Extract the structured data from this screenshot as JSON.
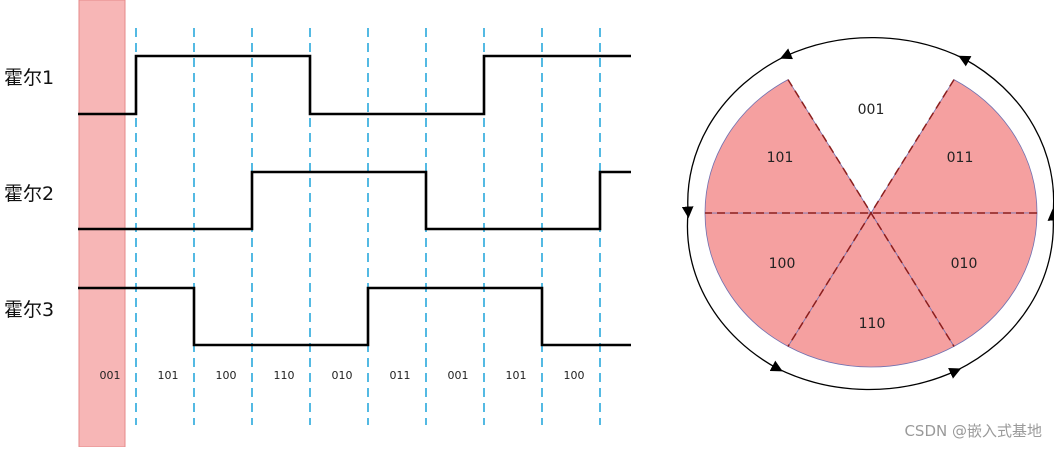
{
  "colors": {
    "highlight_fill": "#f7b6b6",
    "highlight_edge": "#e58a8a",
    "sector_fill": "#f5a0a0",
    "sector_edge": "#7070b0",
    "wave": "#000000",
    "dash": "#29a8dc",
    "watermark": "#9a9a9a"
  },
  "timing": {
    "signals": [
      {
        "label": "霍尔1",
        "levels": [
          0,
          1,
          1,
          1,
          0,
          0,
          0,
          1,
          1,
          1
        ]
      },
      {
        "label": "霍尔2",
        "levels": [
          0,
          0,
          0,
          1,
          1,
          1,
          0,
          0,
          0,
          1
        ]
      },
      {
        "label": "霍尔3",
        "levels": [
          1,
          1,
          0,
          0,
          0,
          1,
          1,
          1,
          0,
          0
        ]
      }
    ],
    "codes": [
      "001",
      "101",
      "100",
      "110",
      "010",
      "011",
      "001",
      "101",
      "100"
    ]
  },
  "circle": {
    "sectors": [
      {
        "label": "001",
        "filled": false
      },
      {
        "label": "011",
        "filled": true
      },
      {
        "label": "010",
        "filled": true
      },
      {
        "label": "110",
        "filled": true
      },
      {
        "label": "100",
        "filled": true
      },
      {
        "label": "101",
        "filled": true
      }
    ]
  },
  "watermark": "CSDN @嵌入式基地"
}
